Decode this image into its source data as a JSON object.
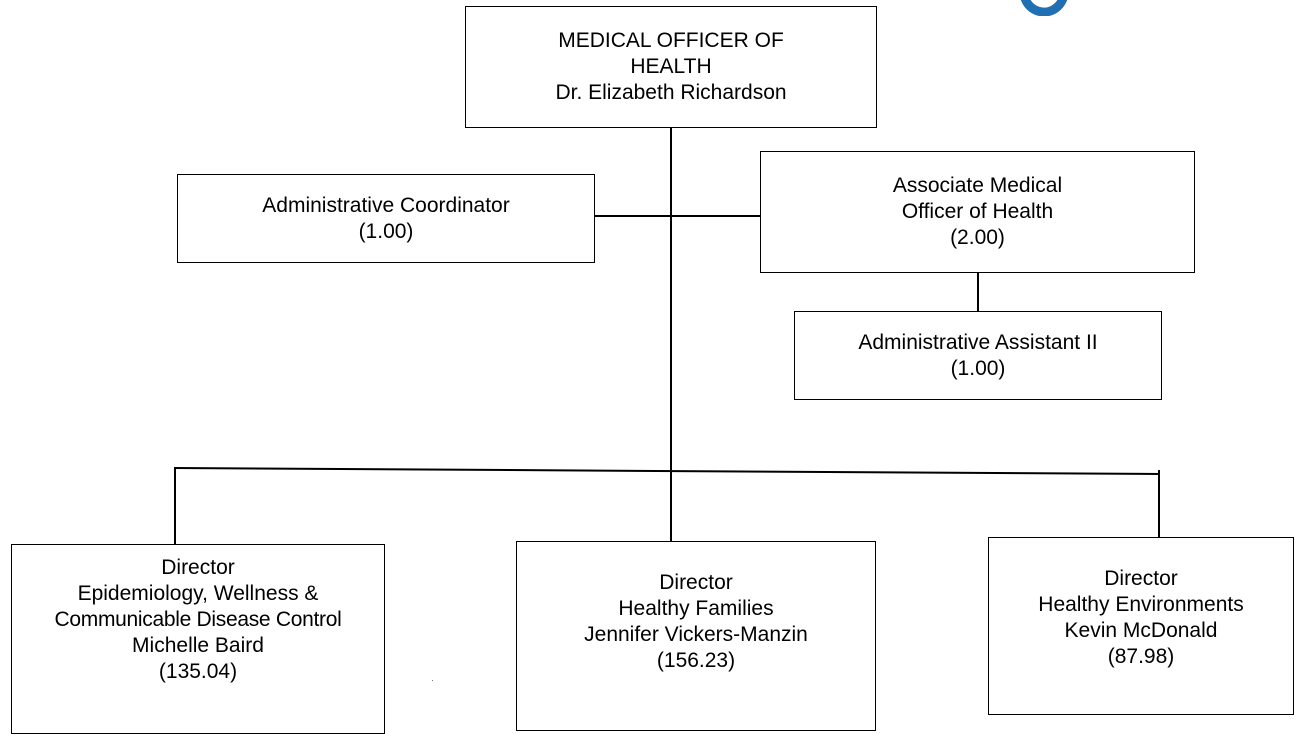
{
  "boxes": {
    "moh": {
      "lines": [
        "MEDICAL OFFICER OF",
        "HEALTH",
        "Dr. Elizabeth Richardson"
      ]
    },
    "admin_coordinator": {
      "lines": [
        "Administrative Coordinator",
        "(1.00)"
      ]
    },
    "amoh": {
      "lines": [
        "Associate Medical",
        "Officer of Health",
        "(2.00)"
      ]
    },
    "admin_assistant": {
      "lines": [
        "Administrative Assistant II",
        "(1.00)"
      ]
    },
    "director_epi": {
      "lines": [
        "Director",
        "Epidemiology, Wellness &",
        "Communicable Disease Control",
        "Michelle Baird",
        "(135.04)"
      ]
    },
    "director_families": {
      "lines": [
        "Director",
        "Healthy Families",
        "Jennifer Vickers-Manzin",
        "(156.23)"
      ]
    },
    "director_environments": {
      "lines": [
        "Director",
        "Healthy Environments",
        "Kevin McDonald",
        "(87.98)"
      ]
    }
  },
  "colors": {
    "line": "#000000",
    "background": "#ffffff",
    "logo_accent": "#1f6fb2"
  },
  "icons": {
    "logo": "organization-logo-fragment-icon"
  }
}
